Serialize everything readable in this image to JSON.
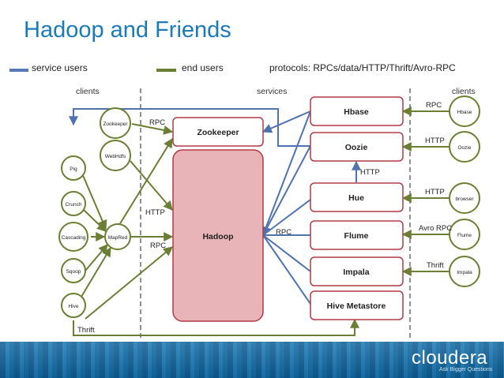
{
  "title": "Hadoop and Friends",
  "legend": {
    "service_users": "service users",
    "end_users": "end users",
    "protocols": "protocols: RPCs/data/HTTP/Thrift/Avro-RPC",
    "service_color": "#4f72b0",
    "end_color": "#6a7f33"
  },
  "headers": {
    "clients_left": "clients",
    "services": "services",
    "clients_right": "clients"
  },
  "center": {
    "zookeeper": "Zookeeper",
    "hadoop": "Hadoop"
  },
  "services": {
    "hbase": "Hbase",
    "oozie": "Oozie",
    "hue": "Hue",
    "flume": "Flume",
    "impala": "Impala",
    "hive_metastore": "Hive Metastore"
  },
  "left_clients": {
    "zookeeper": "Zookeeper",
    "webhdfs": "WebHdfs",
    "pig": "Pig",
    "crunch": "Crunch",
    "cascading": "Cascading",
    "mapred": "MapRed",
    "sqoop": "Sqoop",
    "hive": "Hive"
  },
  "right_clients": {
    "hbase": "Hbase",
    "oozie": "Oozie",
    "browser": "browser",
    "flume": "Flume",
    "impala": "Impala"
  },
  "edge_labels": {
    "rpc_zk": "RPC",
    "http_hadoop": "HTTP",
    "rpc_hadoop": "RPC",
    "thrift_left": "Thrift",
    "rpc_flume_hadoop": "RPC",
    "http_oozie_hue": "HTTP",
    "rpc_hbase": "RPC",
    "http_oozie": "HTTP",
    "http_browser": "HTTP",
    "avro_flume": "Avro RPC",
    "thrift_impala": "Thrift"
  },
  "footer": {
    "brand": "cloudera",
    "tagline": "Ask Bigger Questions"
  }
}
